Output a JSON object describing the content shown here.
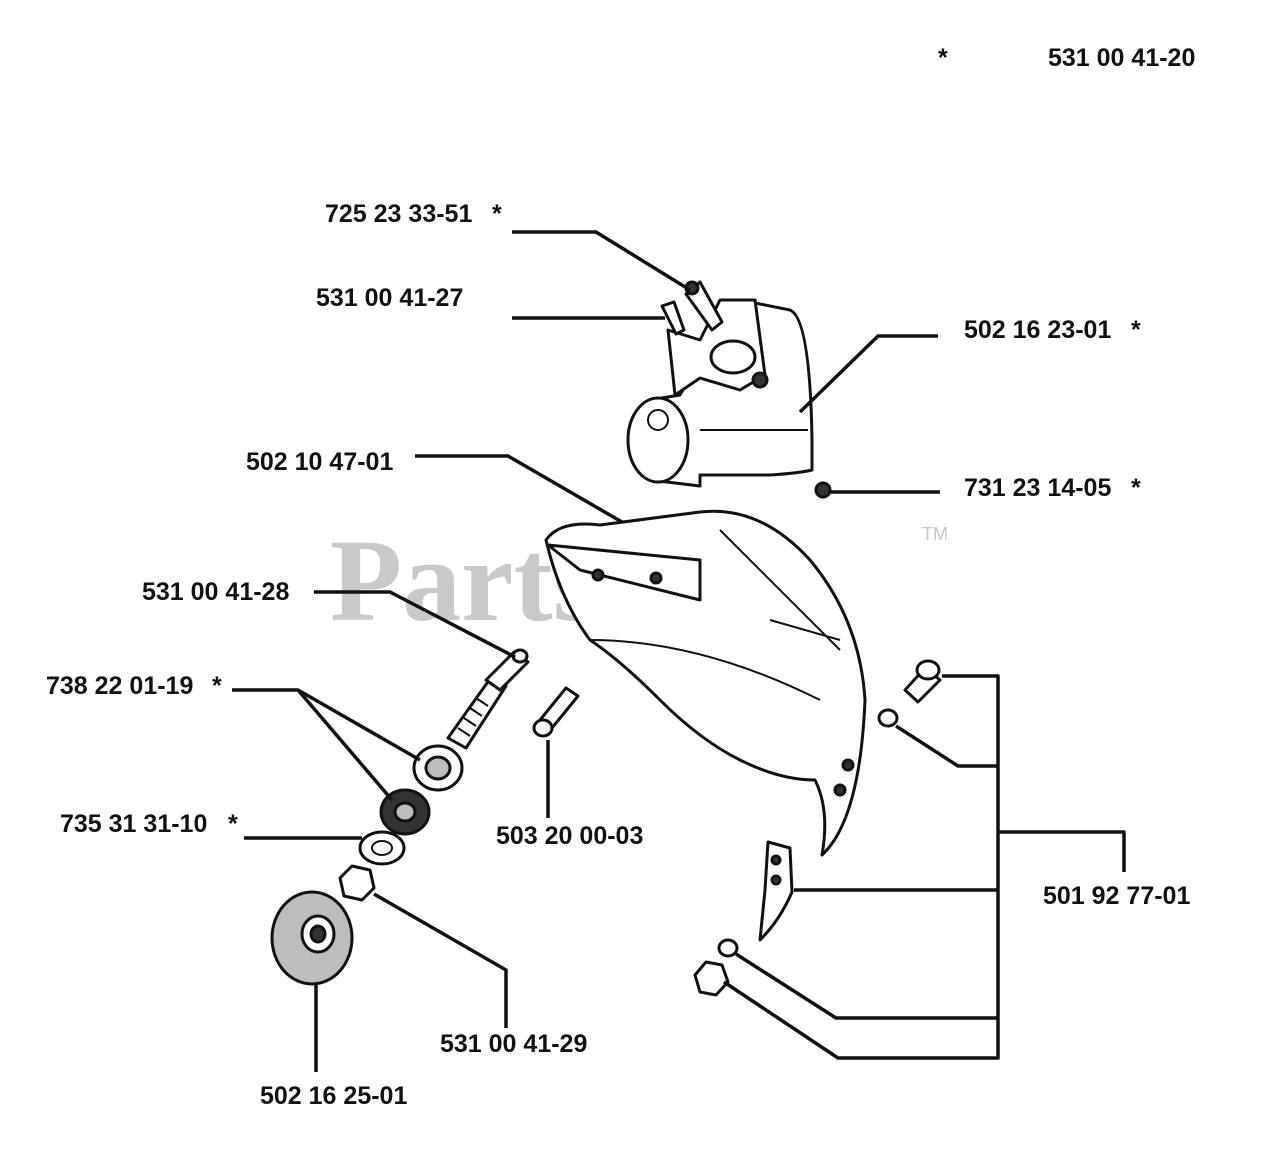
{
  "diagram": {
    "watermark": "PartsTree",
    "watermark_tm": "TM",
    "assembly_marker": "*",
    "assembly_number": "531 00 41-20",
    "star": "*",
    "labels": {
      "p725_23_33_51": "725 23 33-51",
      "p531_00_41_27": "531 00 41-27",
      "p502_16_23_01": "502 16 23-01",
      "p502_10_47_01": "502 10 47-01",
      "p731_23_14_05": "731 23 14-05",
      "p531_00_41_28": "531 00 41-28",
      "p738_22_01_19": "738 22 01-19",
      "p735_31_31_10": "735 31 31-10",
      "p503_20_00_03": "503 20 00-03",
      "p501_92_77_01": "501 92 77-01",
      "p531_00_41_29": "531 00 41-29",
      "p502_16_25_01": "502 16 25-01"
    }
  }
}
